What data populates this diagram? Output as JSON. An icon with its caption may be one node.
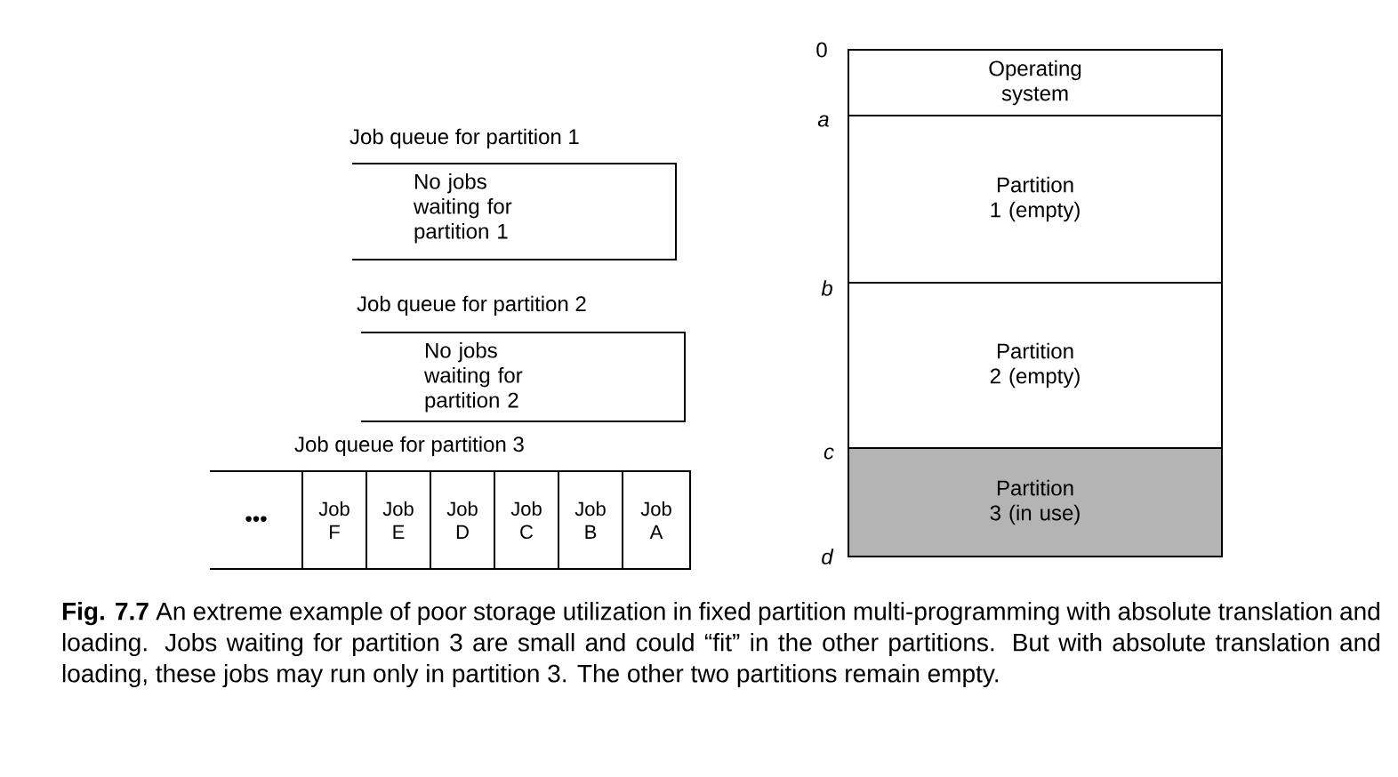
{
  "diagram": {
    "caption": "**Fig. 7.7** An extreme example of poor storage utilization in fixed partition multi-programming with absolute translation and loading. Jobs waiting for partition 3 are small and could “fit” in the other partitions. But with absolute translation and loading, these jobs may run only in partition 3. The other two partitions remain empty.",
    "nodes": [
      {
        "text": [
          "Job queue for partition 1",
          "No jobs waiting for partition 1"
        ]
      },
      {
        "text": [
          "Job queue for partition 2",
          "No jobs waiting for partition 2"
        ]
      },
      {
        "text": [
          "Job queue for partition 3"
        ]
      },
      {
        "text": [
          "•••"
        ],
        "in": 2
      },
      {
        "text": [
          "Job F"
        ],
        "in": 2
      },
      {
        "text": [
          "Job E"
        ],
        "in": 2
      },
      {
        "text": [
          "Job D"
        ],
        "in": 2
      },
      {
        "text": [
          "Job C"
        ],
        "in": 2
      },
      {
        "text": [
          "Job B"
        ],
        "in": 2
      },
      {
        "text": [
          "Job A"
        ],
        "in": 2
      },
      {
        "text": [
          "Operating system"
        ]
      },
      {
        "text": [
          "Partition 1 (empty)"
        ]
      },
      {
        "text": [
          "Partition 2 (empty)"
        ]
      },
      {
        "text": [
          "Partition 3 (in use)"
        ]
      }
    ],
    "labels": [
      "0",
      "a",
      "b",
      "c",
      "d"
    ]
  }
}
